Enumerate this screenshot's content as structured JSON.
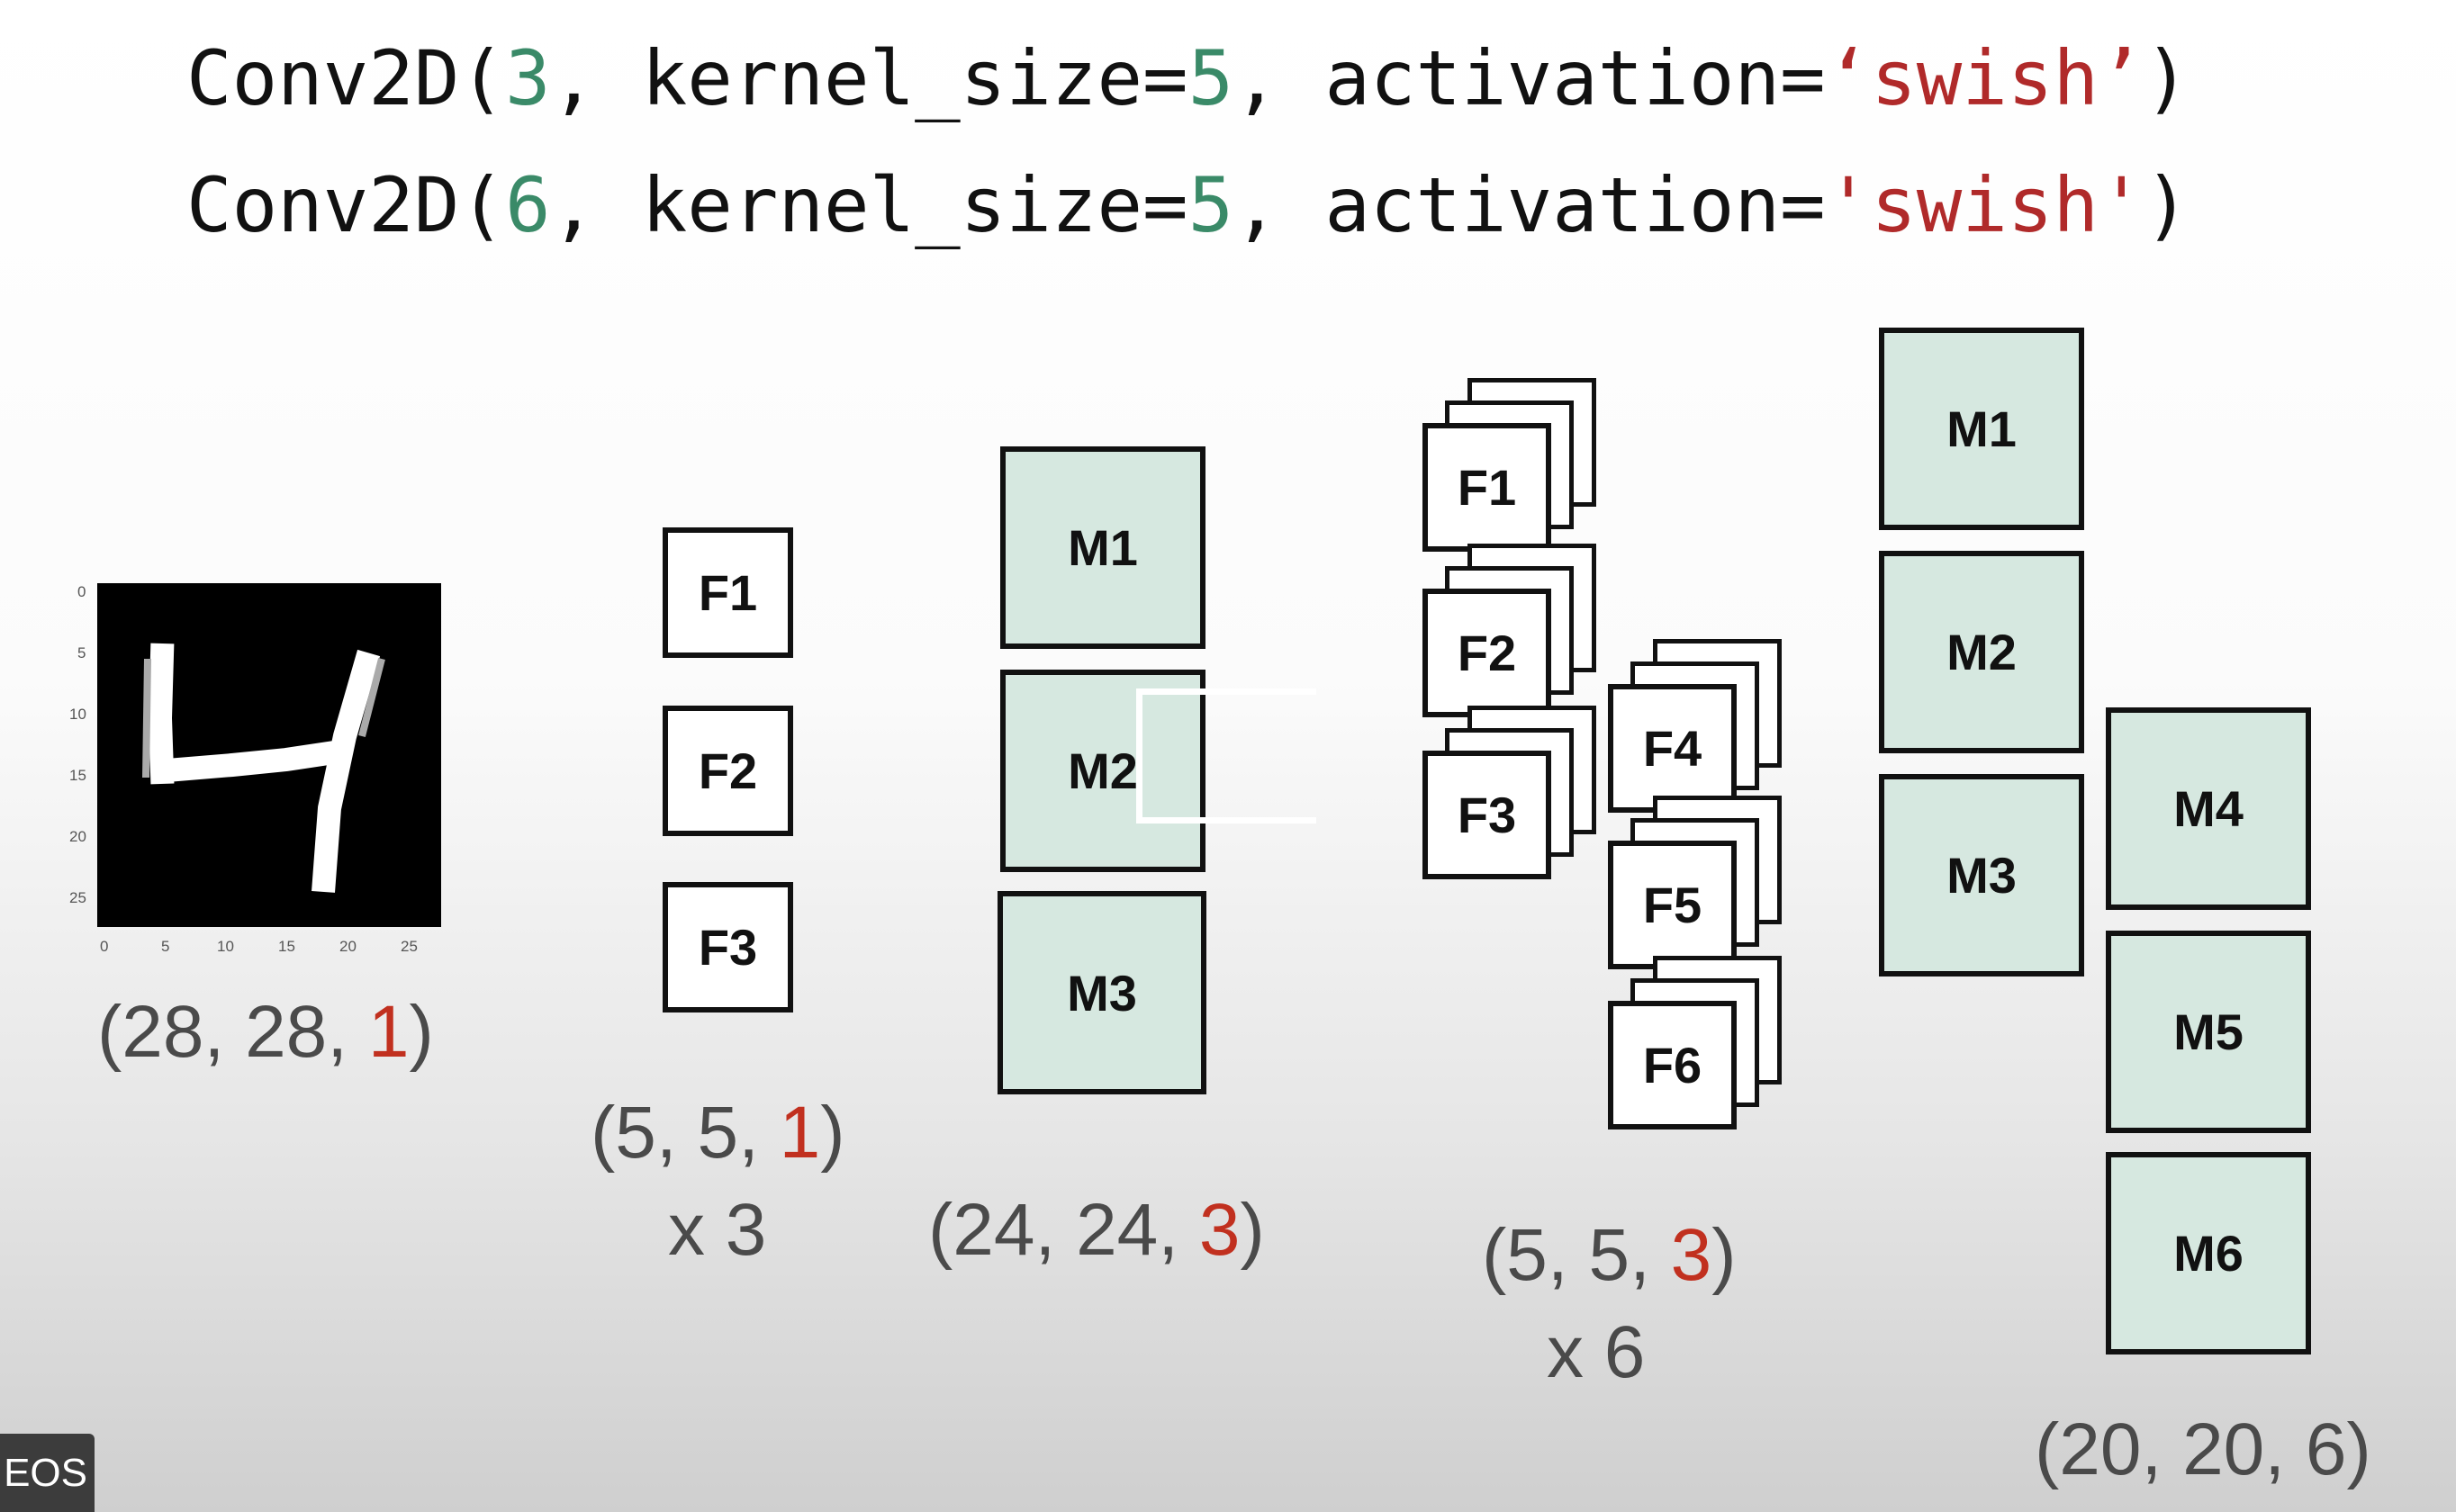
{
  "code": {
    "line1": {
      "prefix": "Conv2D(",
      "filters": "3",
      "mid1": ", kernel_size=",
      "kernel": "5",
      "mid2": ", activation=",
      "act": "‘swish’",
      "suffix": ")"
    },
    "line2": {
      "prefix": "Conv2D(",
      "filters": "6",
      "mid1": ", kernel_size=",
      "kernel": "5",
      "mid2": ", activation=",
      "act": "'swish'",
      "suffix": ")"
    }
  },
  "input": {
    "ticks_y": [
      "0",
      "5",
      "10",
      "15",
      "20",
      "25"
    ],
    "ticks_x": [
      "0",
      "5",
      "10",
      "15",
      "20",
      "25"
    ],
    "shape": {
      "open": "(28, 28, ",
      "ch": "1",
      "close": ")"
    }
  },
  "filters1": {
    "labels": [
      "F1",
      "F2",
      "F3"
    ],
    "shape": {
      "open": "(5, 5, ",
      "ch": "1",
      "close": ")"
    },
    "mult": "x 3"
  },
  "maps1": {
    "labels": [
      "M1",
      "M2",
      "M3"
    ],
    "shape": {
      "open": "(24, 24, ",
      "ch": "3",
      "close": ")"
    }
  },
  "filters2": {
    "labels": [
      "F1",
      "F2",
      "F3",
      "F4",
      "F5",
      "F6"
    ],
    "shape": {
      "open": "(5, 5, ",
      "ch": "3",
      "close": ")"
    },
    "mult": "x 6"
  },
  "maps2": {
    "labels": [
      "M1",
      "M2",
      "M3",
      "M4",
      "M5",
      "M6"
    ],
    "shape": {
      "open": "(20, 20, ",
      "ch": "6",
      "close": ")"
    }
  },
  "badge": "EOS",
  "colors": {
    "number": "#3a8a68",
    "string": "#b02a2a",
    "channel": "#c1301f",
    "map_fill": "#d6e8e0"
  }
}
